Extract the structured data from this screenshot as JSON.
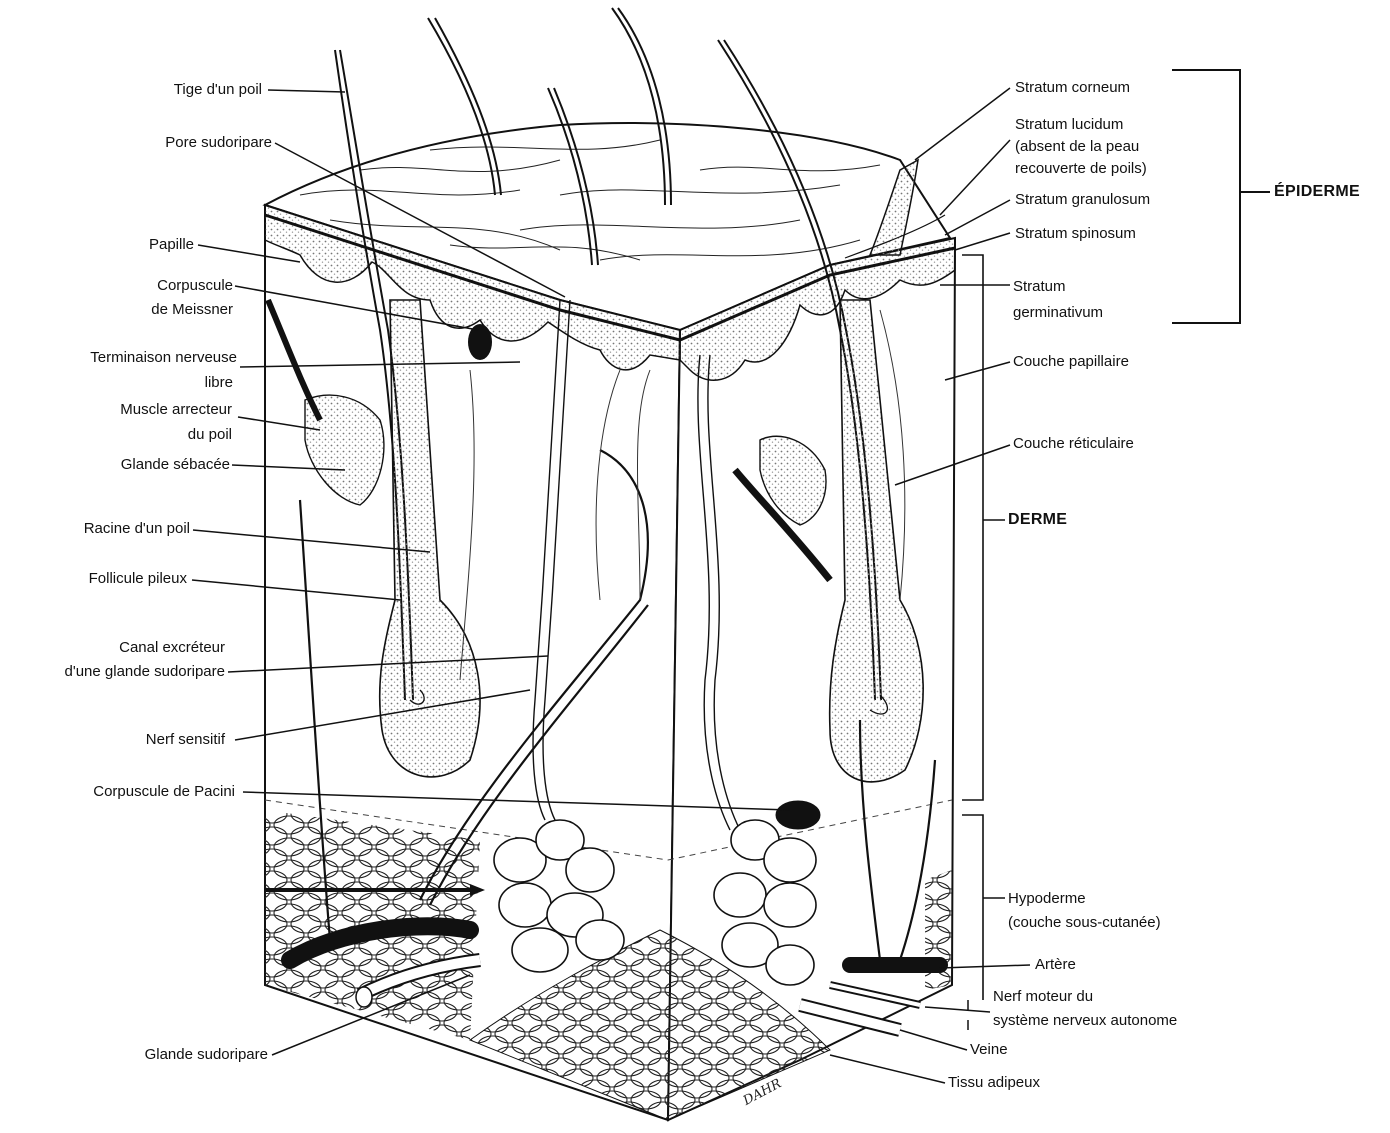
{
  "labels": {
    "left": {
      "tige": "Tige d'un poil",
      "pore": "Pore sudoripare",
      "papille": "Papille",
      "corpuscule_meissner_1": "Corpuscule",
      "corpuscule_meissner_2": "de Meissner",
      "terminaison_1": "Terminaison nerveuse",
      "terminaison_2": "libre",
      "muscle_1": "Muscle arrecteur",
      "muscle_2": "du poil",
      "glande_sebacee": "Glande sébacée",
      "racine": "Racine d'un poil",
      "follicule": "Follicule pileux",
      "canal_1": "Canal excréteur",
      "canal_2": "d'une glande sudoripare",
      "nerf_sensitif": "Nerf sensitif",
      "pacini": "Corpuscule de Pacini",
      "glande_sudoripare": "Glande sudoripare"
    },
    "right": {
      "stratum_corneum": "Stratum corneum",
      "stratum_lucidum_1": "Stratum lucidum",
      "stratum_lucidum_2": "(absent de la peau",
      "stratum_lucidum_3": "recouverte de poils)",
      "stratum_granulosum": "Stratum granulosum",
      "stratum_spinosum": "Stratum spinosum",
      "stratum_germinativum_1": "Stratum",
      "stratum_germinativum_2": "germinativum",
      "couche_papillaire": "Couche papillaire",
      "couche_reticulaire": "Couche réticulaire",
      "derme": "DERME",
      "epiderme": "ÉPIDERME",
      "hypoderme_1": "Hypoderme",
      "hypoderme_2": "(couche sous-cutanée)",
      "artere": "Artère",
      "nerf_moteur_1": "Nerf moteur du",
      "nerf_moteur_2": "système nerveux autonome",
      "veine": "Veine",
      "tissu_adipeux": "Tissu adipeux"
    }
  },
  "signature": "DAHR",
  "colors": {
    "ink": "#111111",
    "paper": "#ffffff",
    "stipple": "#9a9a9a"
  }
}
